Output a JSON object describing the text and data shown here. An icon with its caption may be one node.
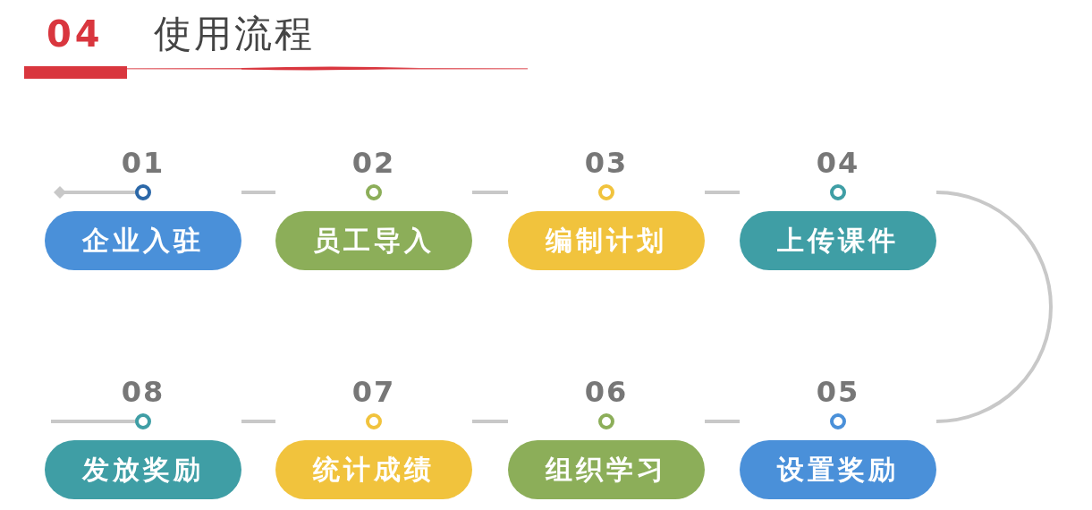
{
  "diagram": {
    "title": "使用流程",
    "labels": [
      "04"
    ],
    "nodes": [
      {
        "text": [
          "企业入驻"
        ],
        "beside": [
          "01"
        ]
      },
      {
        "text": [
          "员工导入"
        ],
        "beside": [
          "02"
        ]
      },
      {
        "text": [
          "编制计划"
        ],
        "beside": [
          "03"
        ]
      },
      {
        "text": [
          "上传课件"
        ],
        "beside": [
          "04"
        ]
      },
      {
        "text": [
          "设置奖励"
        ],
        "beside": [
          "05"
        ]
      },
      {
        "text": [
          "组织学习"
        ],
        "beside": [
          "06"
        ]
      },
      {
        "text": [
          "统计成绩"
        ],
        "beside": [
          "07"
        ]
      },
      {
        "text": [
          "发放奖励"
        ],
        "beside": [
          "08"
        ]
      }
    ],
    "edges": [
      {
        "from": 0,
        "to": 1,
        "arrow": "none"
      },
      {
        "from": 1,
        "to": 2,
        "arrow": "none"
      },
      {
        "from": 2,
        "to": 3,
        "arrow": "none"
      },
      {
        "from": 3,
        "to": 4,
        "arrow": "none"
      },
      {
        "from": 4,
        "to": 5,
        "arrow": "none"
      },
      {
        "from": 5,
        "to": 6,
        "arrow": "none"
      },
      {
        "from": 6,
        "to": 7,
        "arrow": "none"
      }
    ]
  }
}
